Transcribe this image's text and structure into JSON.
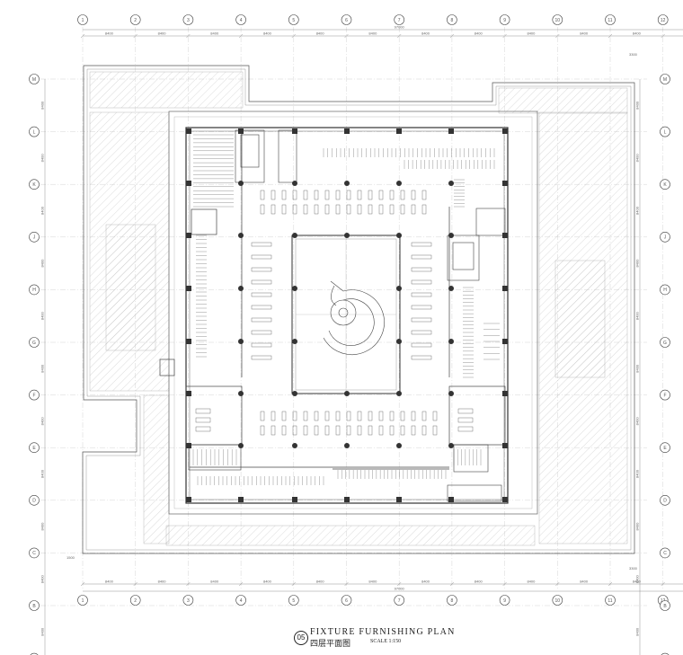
{
  "drawing": {
    "number": "05",
    "title_en": "FIXTURE FURNISHING PLAN",
    "title_cn": "四层平面图",
    "scale": "SCALE 1:150"
  },
  "grid": {
    "columns": [
      "1",
      "2",
      "3",
      "4",
      "5",
      "6",
      "7",
      "8",
      "9",
      "10",
      "11",
      "12",
      "13"
    ],
    "rows": [
      "M",
      "L",
      "K",
      "J",
      "H",
      "G",
      "F",
      "E",
      "D",
      "C",
      "B",
      "A"
    ],
    "bay_dimension": "8400",
    "overall_dimension": "97000",
    "edge_dimensions": [
      "1500",
      "3300"
    ]
  },
  "colors": {
    "line": "#444444",
    "light_line": "#9a9a9a",
    "hatch": "#b5b5b5",
    "column": "#333333"
  }
}
